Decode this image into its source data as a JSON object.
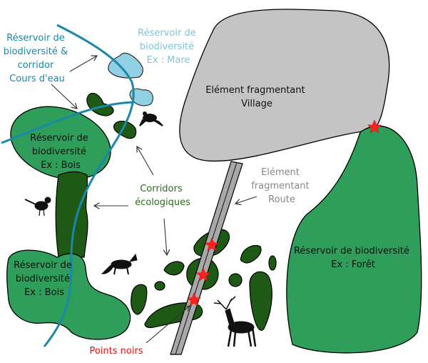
{
  "colors": {
    "reservoir": "#2f9e5a",
    "corridor": "#1e5a16",
    "water": "#1a88a8",
    "mare": "#92d0e4",
    "fragmenting": "#c4c4c4",
    "black_point": "#ff2020"
  },
  "labels": {
    "river": [
      "Réservoir de",
      "biodiversité &",
      "corridor",
      "Cours d'eau"
    ],
    "mare": [
      "Réservoir de",
      "biodiversité",
      "Ex : Mare"
    ],
    "village": [
      "Elément fragmentant",
      "Village"
    ],
    "bois_top": [
      "Réservoir de",
      "biodiversité",
      "Ex : Bois"
    ],
    "route": [
      "Elément",
      "fragmentant",
      "Route"
    ],
    "corridors": [
      "Corridors",
      "écologiques"
    ],
    "bois_bottom": [
      "Réservoir de",
      "biodiversité",
      "Ex : Bois"
    ],
    "foret": [
      "Réservoir de biodiversité",
      "Ex : Forêt"
    ],
    "points_noirs": "Points noirs"
  },
  "icons": [
    "frog-icon",
    "bird-icon",
    "fox-icon",
    "deer-icon",
    "star-icon"
  ]
}
